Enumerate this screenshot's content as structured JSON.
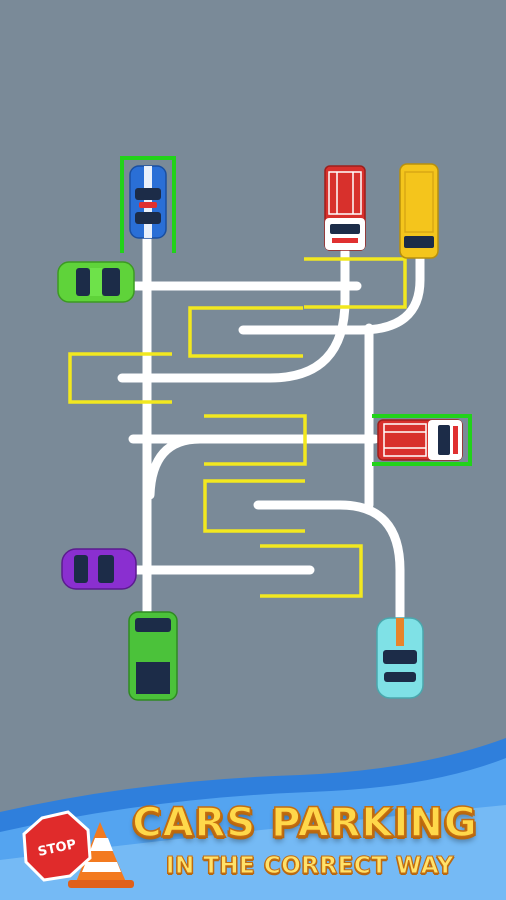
{
  "game": {
    "banner": {
      "line1": "CARS PARKING",
      "line2": "IN THE CORRECT WAY",
      "stop_sign_text": "STOP"
    },
    "vehicles": [
      {
        "name": "police-car",
        "color": "#2a6fd6",
        "selected": true
      },
      {
        "name": "fire-truck-top",
        "color": "#d8302c",
        "selected": false
      },
      {
        "name": "school-bus",
        "color": "#f4c51c",
        "selected": false
      },
      {
        "name": "green-car-left",
        "color": "#5fd33a",
        "selected": false
      },
      {
        "name": "fire-truck-right",
        "color": "#d8302c",
        "selected": true
      },
      {
        "name": "purple-car",
        "color": "#8a2fd0",
        "selected": false
      },
      {
        "name": "green-pickup",
        "color": "#4bc23a",
        "selected": false
      },
      {
        "name": "cyan-car",
        "color": "#7fe1e6",
        "selected": false
      }
    ],
    "colors": {
      "background": "#7a8a98",
      "road": "#ffffff",
      "parking_outline": "#f2e81f",
      "selection": "#22d21a",
      "banner_blue": "#2f7fdc",
      "title_yellow": "#ffd84a"
    }
  }
}
